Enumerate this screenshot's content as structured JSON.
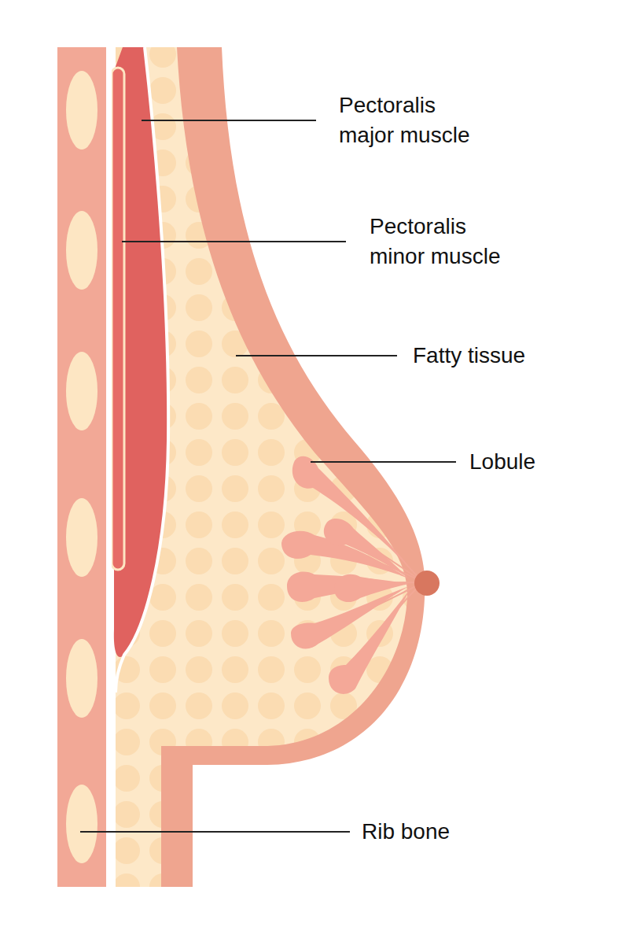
{
  "diagram": {
    "labels": [
      "Pectoralis major muscle",
      "Pectoralis minor muscle",
      "Fatty tissue",
      "Lobule",
      "Rib bone"
    ]
  }
}
